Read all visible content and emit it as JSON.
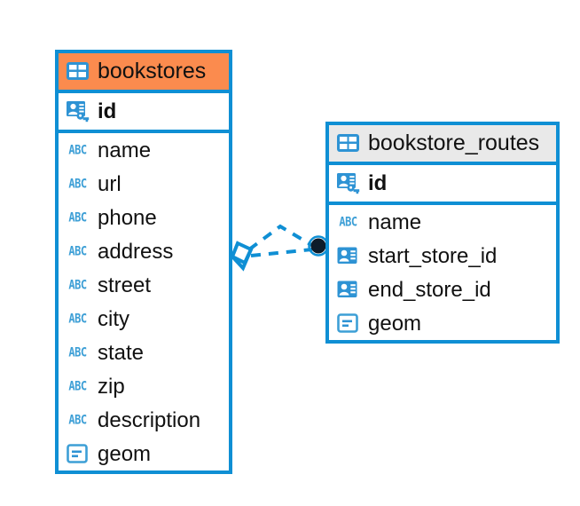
{
  "diagram": {
    "type": "entity-relationship-diagram",
    "background": "#ffffff",
    "colors": {
      "accent_blue": "#0f8fd4",
      "header_orange": "#fb8b4e",
      "header_gray": "#e9e9e9",
      "icon_blue": "#2e93d4",
      "abc_blue": "#3d9fd6",
      "text": "#111111",
      "endpoint_dark": "#0d1b2a"
    }
  },
  "entities": [
    {
      "id": "bookstores",
      "title": "bookstores",
      "header_style": "accent-orange",
      "header_icon": "table-grid-icon",
      "selected": true,
      "fields": [
        {
          "name": "id",
          "icon": "primary-key-icon",
          "key": true
        },
        {
          "name": "name",
          "icon": "abc-text-icon",
          "key": false
        },
        {
          "name": "url",
          "icon": "abc-text-icon",
          "key": false
        },
        {
          "name": "phone",
          "icon": "abc-text-icon",
          "key": false
        },
        {
          "name": "address",
          "icon": "abc-text-icon",
          "key": false
        },
        {
          "name": "street",
          "icon": "abc-text-icon",
          "key": false
        },
        {
          "name": "city",
          "icon": "abc-text-icon",
          "key": false
        },
        {
          "name": "state",
          "icon": "abc-text-icon",
          "key": false
        },
        {
          "name": "zip",
          "icon": "abc-text-icon",
          "key": false
        },
        {
          "name": "description",
          "icon": "abc-text-icon",
          "key": false
        },
        {
          "name": "geom",
          "icon": "geometry-icon",
          "key": false
        }
      ]
    },
    {
      "id": "bookstore_routes",
      "title": "bookstore_routes",
      "header_style": "accent-gray",
      "header_icon": "table-grid-icon",
      "selected": false,
      "fields": [
        {
          "name": "id",
          "icon": "primary-key-icon",
          "key": true
        },
        {
          "name": "name",
          "icon": "abc-text-icon",
          "key": false
        },
        {
          "name": "start_store_id",
          "icon": "foreign-key-icon",
          "key": false
        },
        {
          "name": "end_store_id",
          "icon": "foreign-key-icon",
          "key": false
        },
        {
          "name": "geom",
          "icon": "geometry-icon",
          "key": false
        }
      ]
    }
  ],
  "relationship": {
    "style": "dashed",
    "color": "#0f8fd4",
    "source_entity": "bookstores",
    "target_entity": "bookstore_routes",
    "source_marker": "crows-foot-diamond",
    "target_marker": "filled-circle"
  },
  "labels": {
    "abc_glyph": "ABC"
  }
}
